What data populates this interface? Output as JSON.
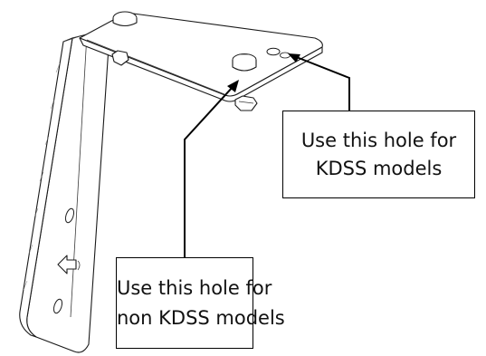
{
  "callouts": {
    "kdss": {
      "line1": "Use this hole for",
      "line2": "KDSS models"
    },
    "non_kdss": {
      "line1": "Use this hole for",
      "line2": "non KDSS models"
    }
  },
  "colors": {
    "line": "#000000",
    "drawing": "#1a1a1a",
    "background": "#ffffff"
  }
}
